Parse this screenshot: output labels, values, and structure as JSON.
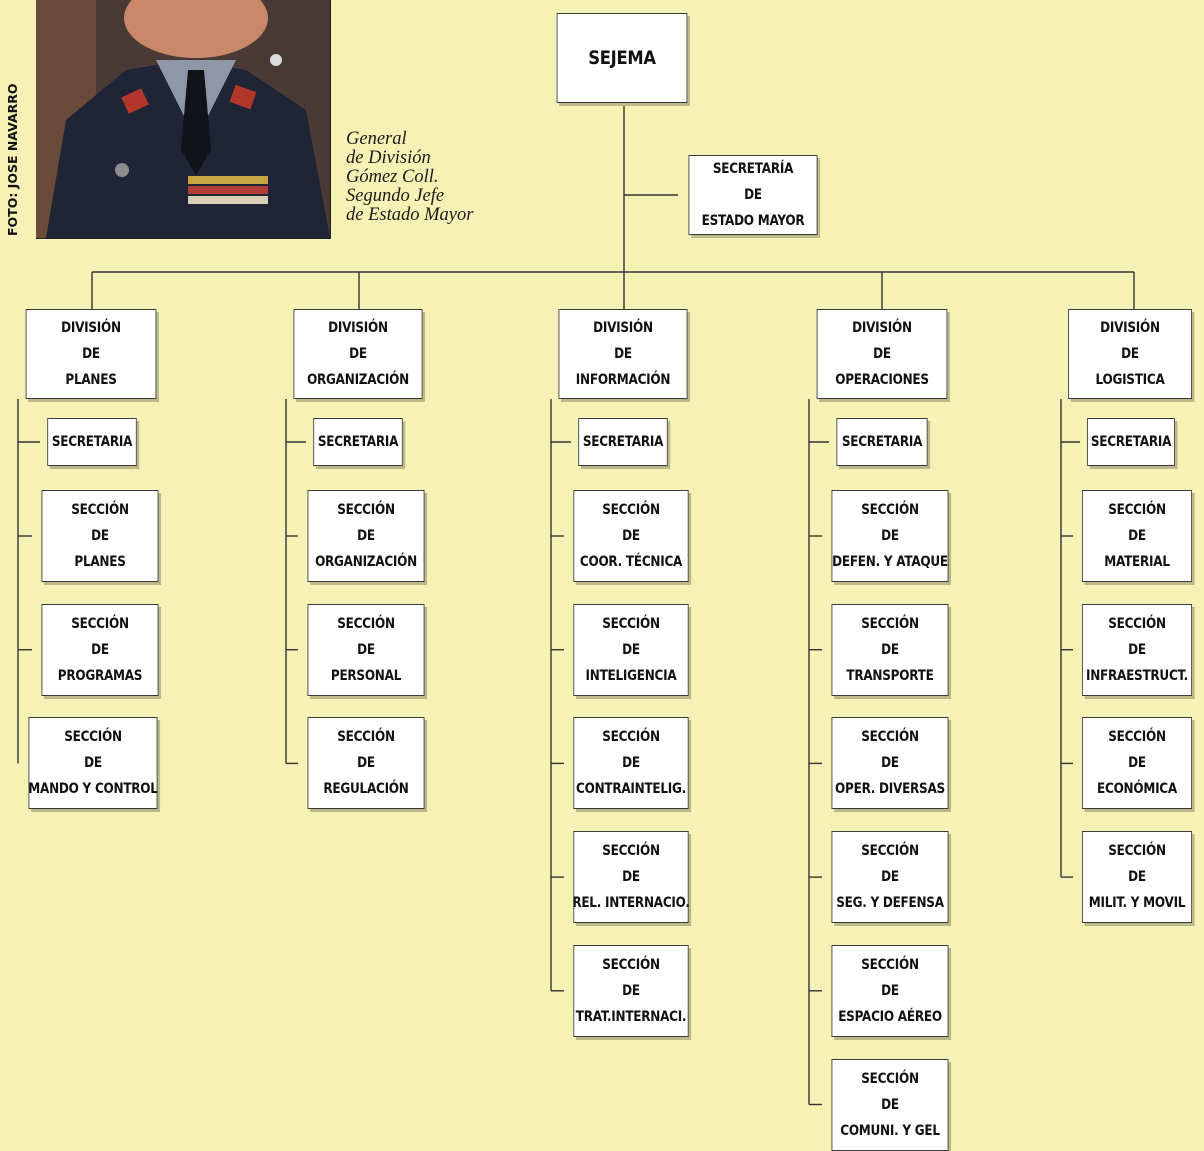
{
  "photo": {
    "credit": "FOTO: JOSE NAVARRO",
    "caption": [
      "General",
      "de División",
      "Gómez Coll.",
      "Segundo Jefe",
      "de Estado Mayor"
    ]
  },
  "root": {
    "label": [
      "SEJEMA"
    ]
  },
  "secretaria_em": {
    "label": [
      "SECRETARÍA",
      "DE",
      "ESTADO MAYOR"
    ]
  },
  "colors": {
    "background": "#f6f1b4",
    "box": "#ffffff",
    "line": "#333333"
  },
  "divisions": [
    {
      "label": [
        "DIVISIÓN",
        "DE",
        "PLANES"
      ],
      "items": [
        [
          "SECRETARIA"
        ],
        [
          "SECCIÓN",
          "DE",
          "PLANES"
        ],
        [
          "SECCIÓN",
          "DE",
          "PROGRAMAS"
        ],
        [
          "SECCIÓN",
          "DE",
          "MANDO Y CONTROL"
        ]
      ]
    },
    {
      "label": [
        "DIVISIÓN",
        "DE",
        "ORGANIZACIÓN"
      ],
      "items": [
        [
          "SECRETARIA"
        ],
        [
          "SECCIÓN",
          "DE",
          "ORGANIZACIÓN"
        ],
        [
          "SECCIÓN",
          "DE",
          "PERSONAL"
        ],
        [
          "SECCIÓN",
          "DE",
          "REGULACIÓN"
        ]
      ]
    },
    {
      "label": [
        "DIVISIÓN",
        "DE",
        "INFORMACIÓN"
      ],
      "items": [
        [
          "SECRETARIA"
        ],
        [
          "SECCIÓN",
          "DE",
          "COOR. TÉCNICA"
        ],
        [
          "SECCIÓN",
          "DE",
          "INTELIGENCIA"
        ],
        [
          "SECCIÓN",
          "DE",
          "CONTRAINTELIG."
        ],
        [
          "SECCIÓN",
          "DE",
          "REL. INTERNACIO."
        ],
        [
          "SECCIÓN",
          "DE",
          "TRAT.INTERNACI."
        ]
      ]
    },
    {
      "label": [
        "DIVISIÓN",
        "DE",
        "OPERACIONES"
      ],
      "items": [
        [
          "SECRETARIA"
        ],
        [
          "SECCIÓN",
          "DE",
          "DEFEN. Y ATAQUE"
        ],
        [
          "SECCIÓN",
          "DE",
          "TRANSPORTE"
        ],
        [
          "SECCIÓN",
          "DE",
          "OPER. DIVERSAS"
        ],
        [
          "SECCIÓN",
          "DE",
          "SEG. Y DEFENSA"
        ],
        [
          "SECCIÓN",
          "DE",
          "ESPACIO AÉREO"
        ],
        [
          "SECCIÓN",
          "DE",
          "COMUNI. Y GEL"
        ]
      ]
    },
    {
      "label": [
        "DIVISIÓN",
        "DE",
        "LOGISTICA"
      ],
      "items": [
        [
          "SECRETARIA"
        ],
        [
          "SECCIÓN",
          "DE",
          "MATERIAL"
        ],
        [
          "SECCIÓN",
          "DE",
          "INFRAESTRUCT."
        ],
        [
          "SECCIÓN",
          "DE",
          "ECONÓMICA"
        ],
        [
          "SECCIÓN",
          "DE",
          "MILIT. Y MOVIL"
        ]
      ]
    }
  ]
}
